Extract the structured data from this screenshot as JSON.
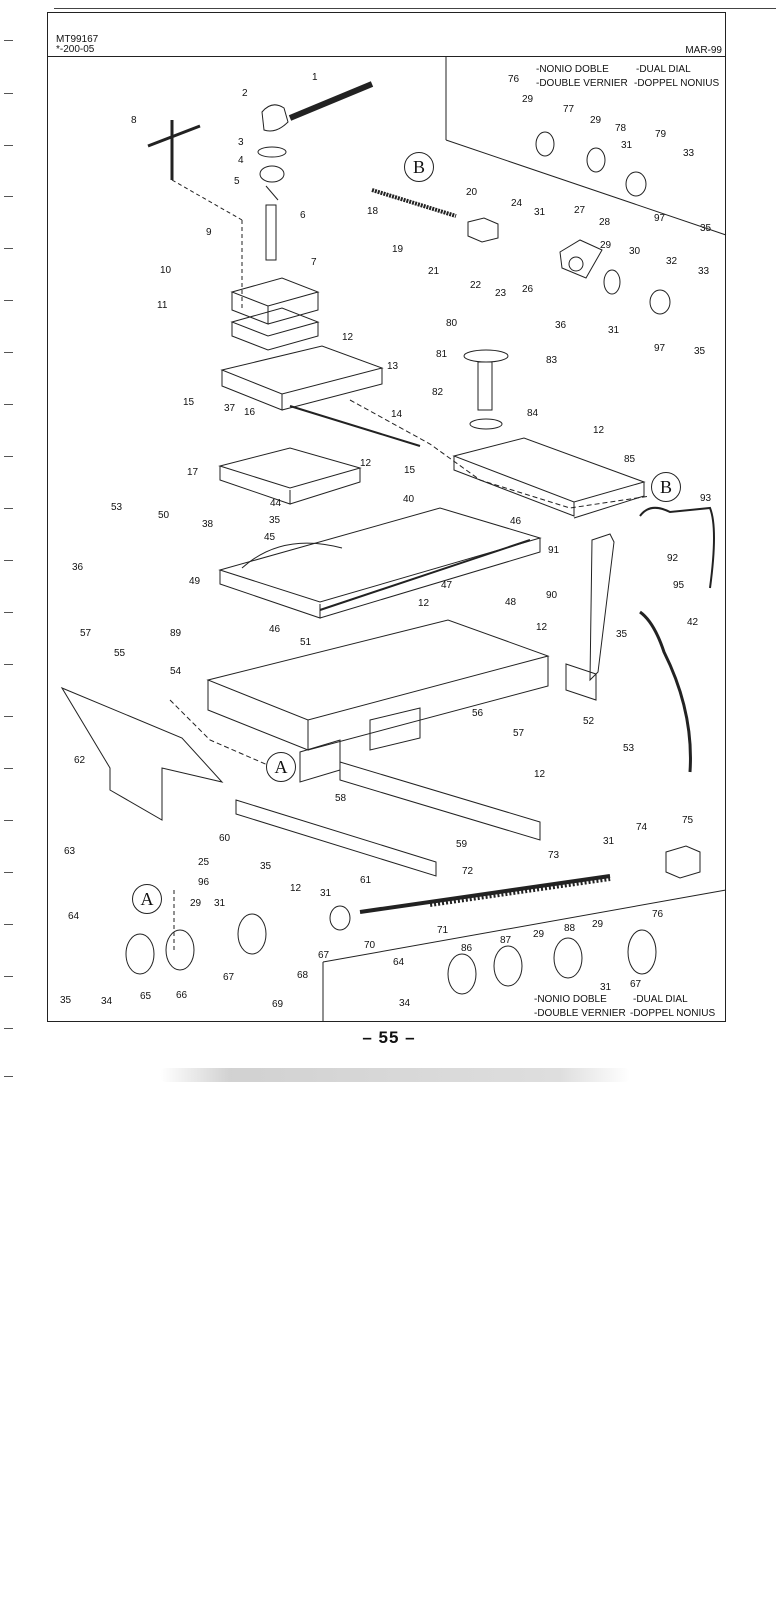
{
  "header": {
    "code_line1": "MT99167",
    "code_line2": "*-200-05",
    "date": "MAR-99"
  },
  "legend_top": {
    "es": "-NONIO DOBLE",
    "en": "-DUAL DIAL",
    "fr": "-DOUBLE VERNIER",
    "de": "-DOPPEL NONIUS"
  },
  "legend_bottom": {
    "es": "-NONIO DOBLE",
    "en": "-DUAL DIAL",
    "fr": "-DOUBLE VERNIER",
    "de": "-DOPPEL NONIUS"
  },
  "circle_labels": {
    "b_top": "B",
    "b_right": "B",
    "a_mid": "A",
    "a_bottom": "A"
  },
  "callouts": [
    "1",
    "2",
    "3",
    "4",
    "5",
    "6",
    "7",
    "8",
    "9",
    "10",
    "11",
    "12",
    "13",
    "14",
    "15",
    "16",
    "17",
    "12",
    "15",
    "37",
    "40",
    "44",
    "35",
    "45",
    "38",
    "53",
    "50",
    "36",
    "49",
    "47",
    "12",
    "46",
    "46",
    "57",
    "55",
    "89",
    "54",
    "51",
    "48",
    "12",
    "62",
    "63",
    "60",
    "35",
    "61",
    "58",
    "59",
    "56",
    "57",
    "12",
    "25",
    "96",
    "29",
    "31",
    "12",
    "31",
    "64",
    "35",
    "34",
    "65",
    "66",
    "67",
    "69",
    "68",
    "67",
    "70",
    "71",
    "72",
    "73",
    "31",
    "74",
    "75",
    "76",
    "29",
    "77",
    "29",
    "78",
    "31",
    "79",
    "33",
    "97",
    "35",
    "20",
    "18",
    "19",
    "24",
    "31",
    "27",
    "28",
    "21",
    "22",
    "23",
    "26",
    "29",
    "30",
    "32",
    "33",
    "36",
    "31",
    "97",
    "35",
    "80",
    "81",
    "83",
    "82",
    "84",
    "12",
    "85",
    "93",
    "91",
    "92",
    "95",
    "90",
    "42",
    "35",
    "52",
    "53",
    "64",
    "34",
    "86",
    "87",
    "29",
    "88",
    "29",
    "31",
    "67",
    "76"
  ],
  "page_number": "– 55 –"
}
